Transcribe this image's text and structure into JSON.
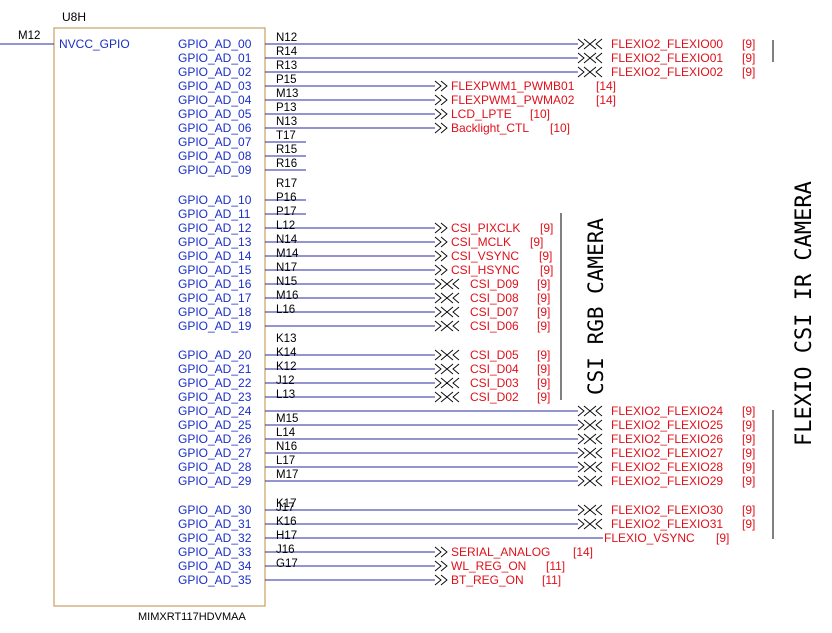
{
  "component": {
    "refdes": "U8H",
    "part_number": "MIMXRT117HDVMAA",
    "power_pin": {
      "ball": "M12",
      "name": "NVCC_GPIO"
    }
  },
  "pins": [
    {
      "name": "GPIO_AD_00",
      "ball": "N12",
      "net": "FLEXIO2_FLEXIO00",
      "ref": "[9]",
      "group": "right"
    },
    {
      "name": "GPIO_AD_01",
      "ball": "R14",
      "net": "FLEXIO2_FLEXIO01",
      "ref": "[9]",
      "group": "right"
    },
    {
      "name": "GPIO_AD_02",
      "ball": "R13",
      "net": "FLEXIO2_FLEXIO02",
      "ref": "[9]",
      "group": "right"
    },
    {
      "name": "GPIO_AD_03",
      "ball": "P15",
      "net": "FLEXPWM1_PWMB01",
      "ref": "[14]",
      "group": "mid"
    },
    {
      "name": "GPIO_AD_04",
      "ball": "M13",
      "net": "FLEXPWM1_PWMA02",
      "ref": "[14]",
      "group": "mid"
    },
    {
      "name": "GPIO_AD_05",
      "ball": "P13",
      "net": "LCD_LPTE",
      "ref": "[10]",
      "group": "mid"
    },
    {
      "name": "GPIO_AD_06",
      "ball": "N13",
      "net": "Backlight_CTL",
      "ref": "[10]",
      "group": "mid"
    },
    {
      "name": "GPIO_AD_07",
      "ball": "T17",
      "net": "",
      "ref": "",
      "group": "none"
    },
    {
      "name": "GPIO_AD_08",
      "ball": "R15",
      "net": "",
      "ref": "",
      "group": "none"
    },
    {
      "name": "GPIO_AD_09",
      "ball": "R16",
      "net": "",
      "ref": "",
      "group": "none"
    },
    {
      "name": "GPIO_AD_10",
      "ball": "R17",
      "net": "",
      "ref": "",
      "group": "none"
    },
    {
      "name": "GPIO_AD_11",
      "ball": "P16",
      "net": "",
      "ref": "",
      "group": "none"
    },
    {
      "name": "GPIO_AD_12",
      "ball": "P17",
      "net": "CSI_PIXCLK",
      "ref": "[9]",
      "group": "mid"
    },
    {
      "name": "GPIO_AD_13",
      "ball": "L12",
      "net": "CSI_MCLK",
      "ref": "[9]",
      "group": "mid"
    },
    {
      "name": "GPIO_AD_14",
      "ball": "N14",
      "net": "CSI_VSYNC",
      "ref": "[9]",
      "group": "mid"
    },
    {
      "name": "GPIO_AD_15",
      "ball": "M14",
      "net": "CSI_HSYNC",
      "ref": "[9]",
      "group": "mid"
    },
    {
      "name": "GPIO_AD_16",
      "ball": "N17",
      "net": "CSI_D09",
      "ref": "[9]",
      "group": "data"
    },
    {
      "name": "GPIO_AD_17",
      "ball": "N15",
      "net": "CSI_D08",
      "ref": "[9]",
      "group": "data"
    },
    {
      "name": "GPIO_AD_18",
      "ball": "M16",
      "net": "CSI_D07",
      "ref": "[9]",
      "group": "data"
    },
    {
      "name": "GPIO_AD_19",
      "ball": "L16",
      "net": "CSI_D06",
      "ref": "[9]",
      "group": "data"
    },
    {
      "name": "GPIO_AD_20",
      "ball": "K13",
      "net": "CSI_D05",
      "ref": "[9]",
      "group": "data"
    },
    {
      "name": "GPIO_AD_21",
      "ball": "K14",
      "net": "CSI_D04",
      "ref": "[9]",
      "group": "data"
    },
    {
      "name": "GPIO_AD_22",
      "ball": "K12",
      "net": "CSI_D03",
      "ref": "[9]",
      "group": "data"
    },
    {
      "name": "GPIO_AD_23",
      "ball": "J12",
      "net": "CSI_D02",
      "ref": "[9]",
      "group": "data"
    },
    {
      "name": "GPIO_AD_24",
      "ball": "L13",
      "net": "FLEXIO2_FLEXIO24",
      "ref": "[9]",
      "group": "right"
    },
    {
      "name": "GPIO_AD_25",
      "ball": "M15",
      "net": "FLEXIO2_FLEXIO25",
      "ref": "[9]",
      "group": "right"
    },
    {
      "name": "GPIO_AD_26",
      "ball": "L14",
      "net": "FLEXIO2_FLEXIO26",
      "ref": "[9]",
      "group": "right"
    },
    {
      "name": "GPIO_AD_27",
      "ball": "N16",
      "net": "FLEXIO2_FLEXIO27",
      "ref": "[9]",
      "group": "right"
    },
    {
      "name": "GPIO_AD_28",
      "ball": "L17",
      "net": "FLEXIO2_FLEXIO28",
      "ref": "[9]",
      "group": "right"
    },
    {
      "name": "GPIO_AD_29",
      "ball": "M17",
      "net": "FLEXIO2_FLEXIO29",
      "ref": "[9]",
      "group": "right"
    },
    {
      "name": "GPIO_AD_30",
      "ball": "K17",
      "net": "FLEXIO2_FLEXIO30",
      "ref": "[9]",
      "group": "right"
    },
    {
      "name": "GPIO_AD_31",
      "ball": "J17",
      "net": "FLEXIO2_FLEXIO31",
      "ref": "[9]",
      "group": "right"
    },
    {
      "name": "GPIO_AD_32",
      "ball": "K16",
      "net": "FLEXIO_VSYNC",
      "ref": "[9]",
      "group": "vsync"
    },
    {
      "name": "GPIO_AD_33",
      "ball": "H17",
      "net": "SERIAL_ANALOG",
      "ref": "[14]",
      "group": "mid"
    },
    {
      "name": "GPIO_AD_34",
      "ball": "J16",
      "net": "WL_REG_ON",
      "ref": "[11]",
      "group": "mid"
    },
    {
      "name": "GPIO_AD_35",
      "ball": "G17",
      "net": "BT_REG_ON",
      "ref": "[11]",
      "group": "mid"
    }
  ],
  "section_labels": {
    "rgb_camera": "CSI RGB CAMERA",
    "ir_camera": "FLEXIO CSI IR CAMERA"
  },
  "colors": {
    "body_outline": "#c8a060",
    "wire": "#2a2aa0",
    "pin_name": "#1a2ec8",
    "net_label": "#e0101a",
    "text": "#000000"
  }
}
